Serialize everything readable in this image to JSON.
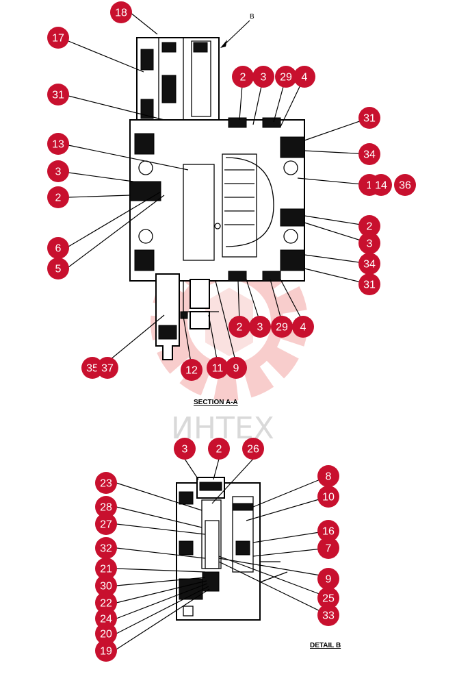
{
  "captions": {
    "section": "SECTION A-A",
    "detail": "DETAIL B",
    "view_letter": "B"
  },
  "watermark": {
    "text": "ИНТЕХ",
    "color": "#e0201c"
  },
  "callout_color": "#c8102e",
  "section_callouts": [
    "18",
    "17",
    "31",
    "13",
    "3",
    "2",
    "6",
    "5",
    "2",
    "3",
    "29",
    "4",
    "31",
    "34",
    "1",
    "14",
    "36",
    "2",
    "3",
    "34",
    "31",
    "2",
    "3",
    "29",
    "4",
    "35",
    "37",
    "12",
    "11",
    "9"
  ],
  "detail_callouts": [
    "3",
    "2",
    "26",
    "23",
    "28",
    "27",
    "32",
    "21",
    "30",
    "22",
    "24",
    "20",
    "19",
    "8",
    "10",
    "16",
    "7",
    "9",
    "25",
    "33"
  ]
}
